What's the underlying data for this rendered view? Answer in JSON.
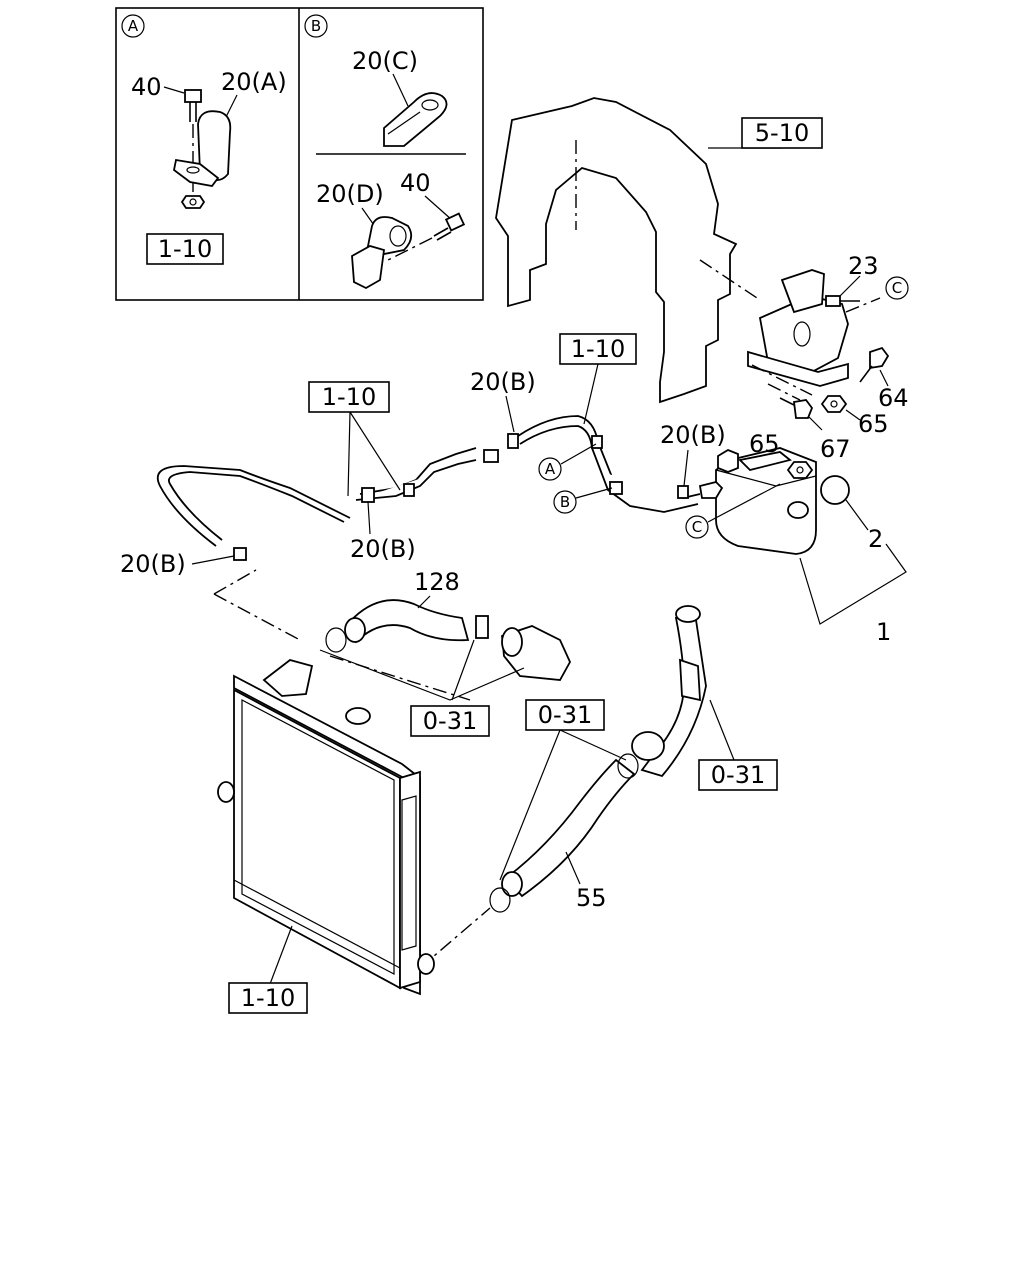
{
  "inset": {
    "panel_a": {
      "marker": "A",
      "labels": {
        "bolt": "40",
        "clip": "20(A)"
      },
      "ref": "1-10"
    },
    "panel_b": {
      "marker": "B",
      "labels": {
        "clip_c": "20(C)",
        "clip_d": "20(D)",
        "bolt": "40"
      }
    }
  },
  "refs": {
    "frame": "5-10",
    "hose_upper": "1-10",
    "hose_left": "1-10",
    "inlet_pipe": "0-31",
    "lower_hose": "0-31",
    "outlet_pipe": "0-31",
    "radiator": "1-10"
  },
  "callouts": {
    "bracket_bolt": "23",
    "bolt_64": "64",
    "nut_65_bracket": "65",
    "bolt_67": "67",
    "nut_65_tank": "65",
    "cap": "2",
    "reserve_tank": "1",
    "clip_20b_a": "20(B)",
    "clip_20b_b": "20(B)",
    "clip_20b_c": "20(B)",
    "clip_20b_d": "20(B)",
    "upper_hose": "128",
    "lower_hose_55": "55"
  },
  "markers": {
    "bracket_c": "C",
    "hose_a": "A",
    "hose_b": "B",
    "tank_c": "C"
  }
}
